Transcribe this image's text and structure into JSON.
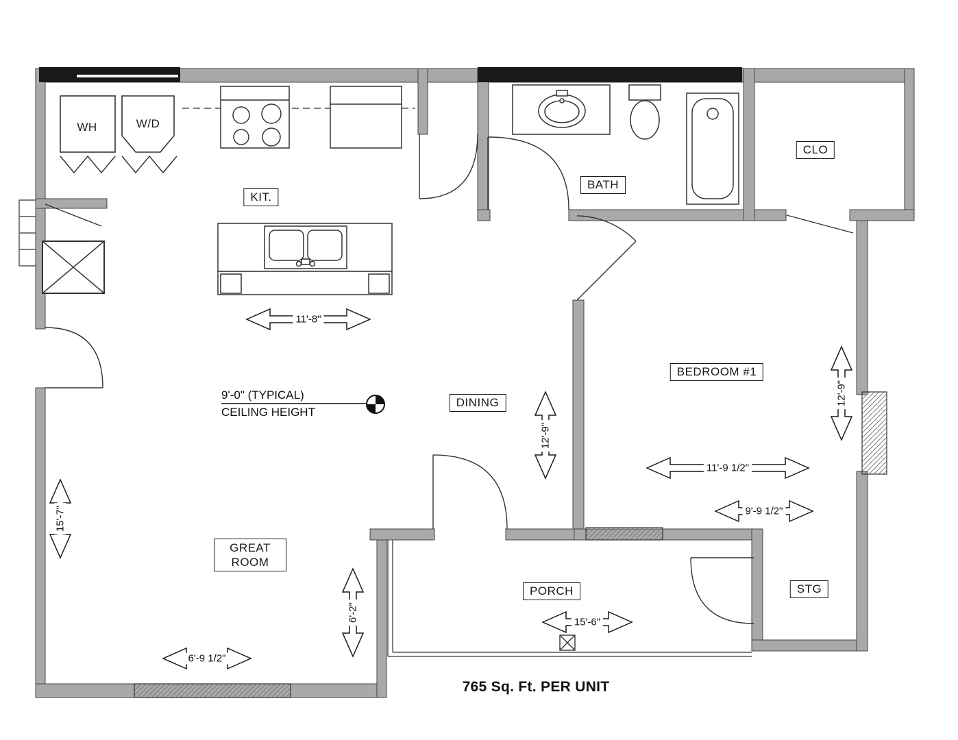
{
  "plan": {
    "area_title": "765 Sq. Ft. PER UNIT",
    "ceiling_note_line1": "9'-0\" (TYPICAL)",
    "ceiling_note_line2": "CEILING HEIGHT",
    "rooms": {
      "wh": "WH",
      "wd": "W/D",
      "kitchen": "KIT.",
      "bath": "BATH",
      "closet": "CLO",
      "bedroom": "BEDROOM #1",
      "dining": "DINING",
      "great_room": "GREAT ROOM",
      "porch": "PORCH",
      "storage": "STG"
    },
    "dimensions": {
      "island_width": "11'-8\"",
      "dining_depth": "12'-9\"",
      "bedroom_depth": "12'-9\"",
      "bedroom_width": "11'-9 1/2\"",
      "bedroom_width2": "9'-9 1/2\"",
      "great_room_depth": "15'-7\"",
      "great_room_niche": "6'-2\"",
      "great_room_width": "6'-9 1/2\"",
      "porch_width": "15'-6\""
    },
    "colors": {
      "wall_gray": "#a9a9a9",
      "wall_black": "#1a1a1a",
      "line": "#333333"
    }
  }
}
